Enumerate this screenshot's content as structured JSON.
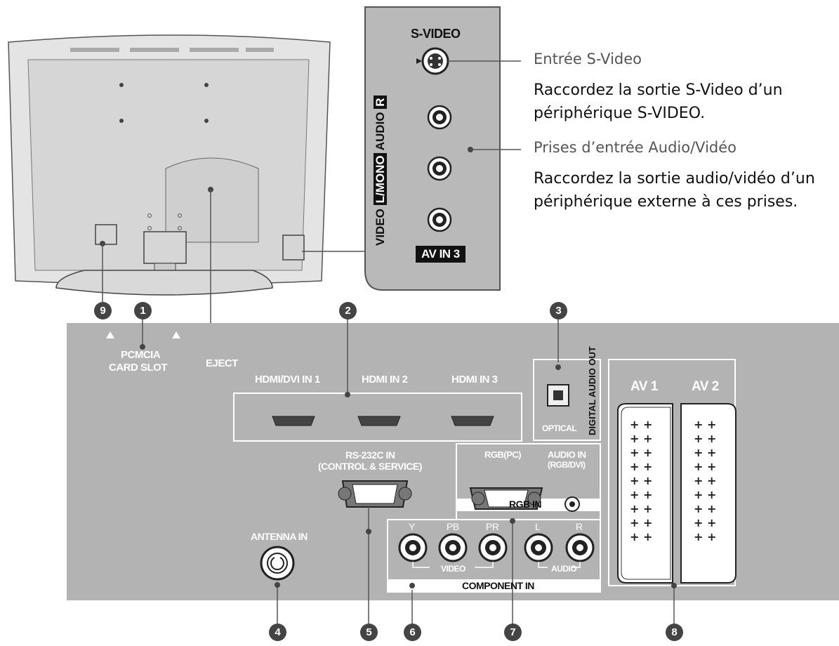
{
  "side_panel": {
    "svideo_label": "S-VIDEO",
    "video_label": "VIDEO",
    "lmono_label": "L/MONO",
    "audio_label": "AUDIO",
    "r_label": "R",
    "av_in_3_label": "AV IN 3"
  },
  "callouts": {
    "svideo_title": "Entrée S-Video",
    "svideo_desc_1": "Raccordez la sortie S-Video d’un",
    "svideo_desc_2": "périphérique S-VIDEO.",
    "av_title": "Prises d’entrée Audio/Vidéo",
    "av_desc_1": "Raccordez la sortie audio/vidéo d’un",
    "av_desc_2": "périphérique externe à ces prises."
  },
  "rear_panel": {
    "pcmcia_1": "PCMCIA",
    "pcmcia_2": "CARD SLOT",
    "eject": "EJECT",
    "hdmi1": "HDMI/DVI IN 1",
    "hdmi2": "HDMI IN 2",
    "hdmi3": "HDMI IN 3",
    "digital_audio_out": "DIGITAL AUDIO OUT",
    "optical": "OPTICAL",
    "av1": "AV 1",
    "av2": "AV 2",
    "rs232_1": "RS-232C IN",
    "rs232_2": "(CONTROL & SERVICE)",
    "rgb_pc": "RGB(PC)",
    "audio_in_1": "AUDIO IN",
    "audio_in_2": "(RGB/DVI)",
    "rgb_in": "RGB IN",
    "antenna_in": "ANTENNA IN",
    "comp_y": "Y",
    "comp_pb": "PB",
    "comp_pr": "PR",
    "comp_l": "L",
    "comp_r": "R",
    "video_sub": "VIDEO",
    "audio_sub": "AUDIO",
    "component_in": "COMPONENT IN"
  },
  "numbers": {
    "n1": "1",
    "n2": "2",
    "n3": "3",
    "n4": "4",
    "n5": "5",
    "n6": "6",
    "n7": "7",
    "n8": "8",
    "n9": "9"
  }
}
